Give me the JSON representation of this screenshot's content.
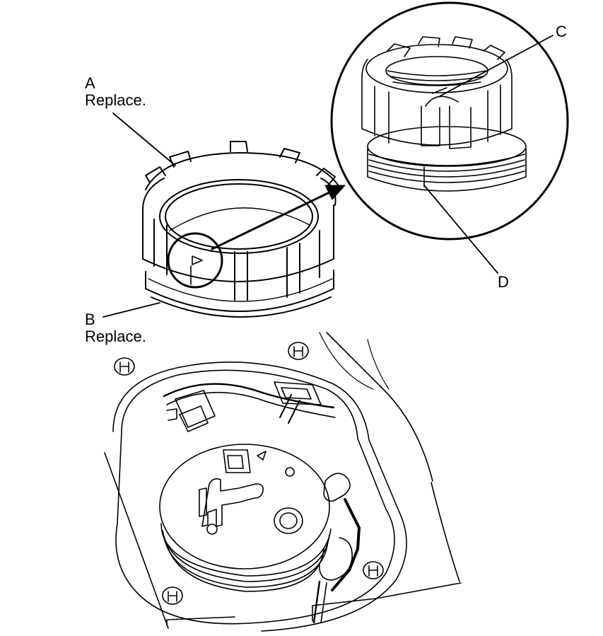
{
  "callouts": {
    "a": {
      "letter": "A",
      "note": "Replace."
    },
    "b": {
      "letter": "B",
      "note": "Replace."
    },
    "c": {
      "letter": "C"
    },
    "d": {
      "letter": "D"
    }
  },
  "colors": {
    "ink": "#000000",
    "paper": "#ffffff"
  }
}
